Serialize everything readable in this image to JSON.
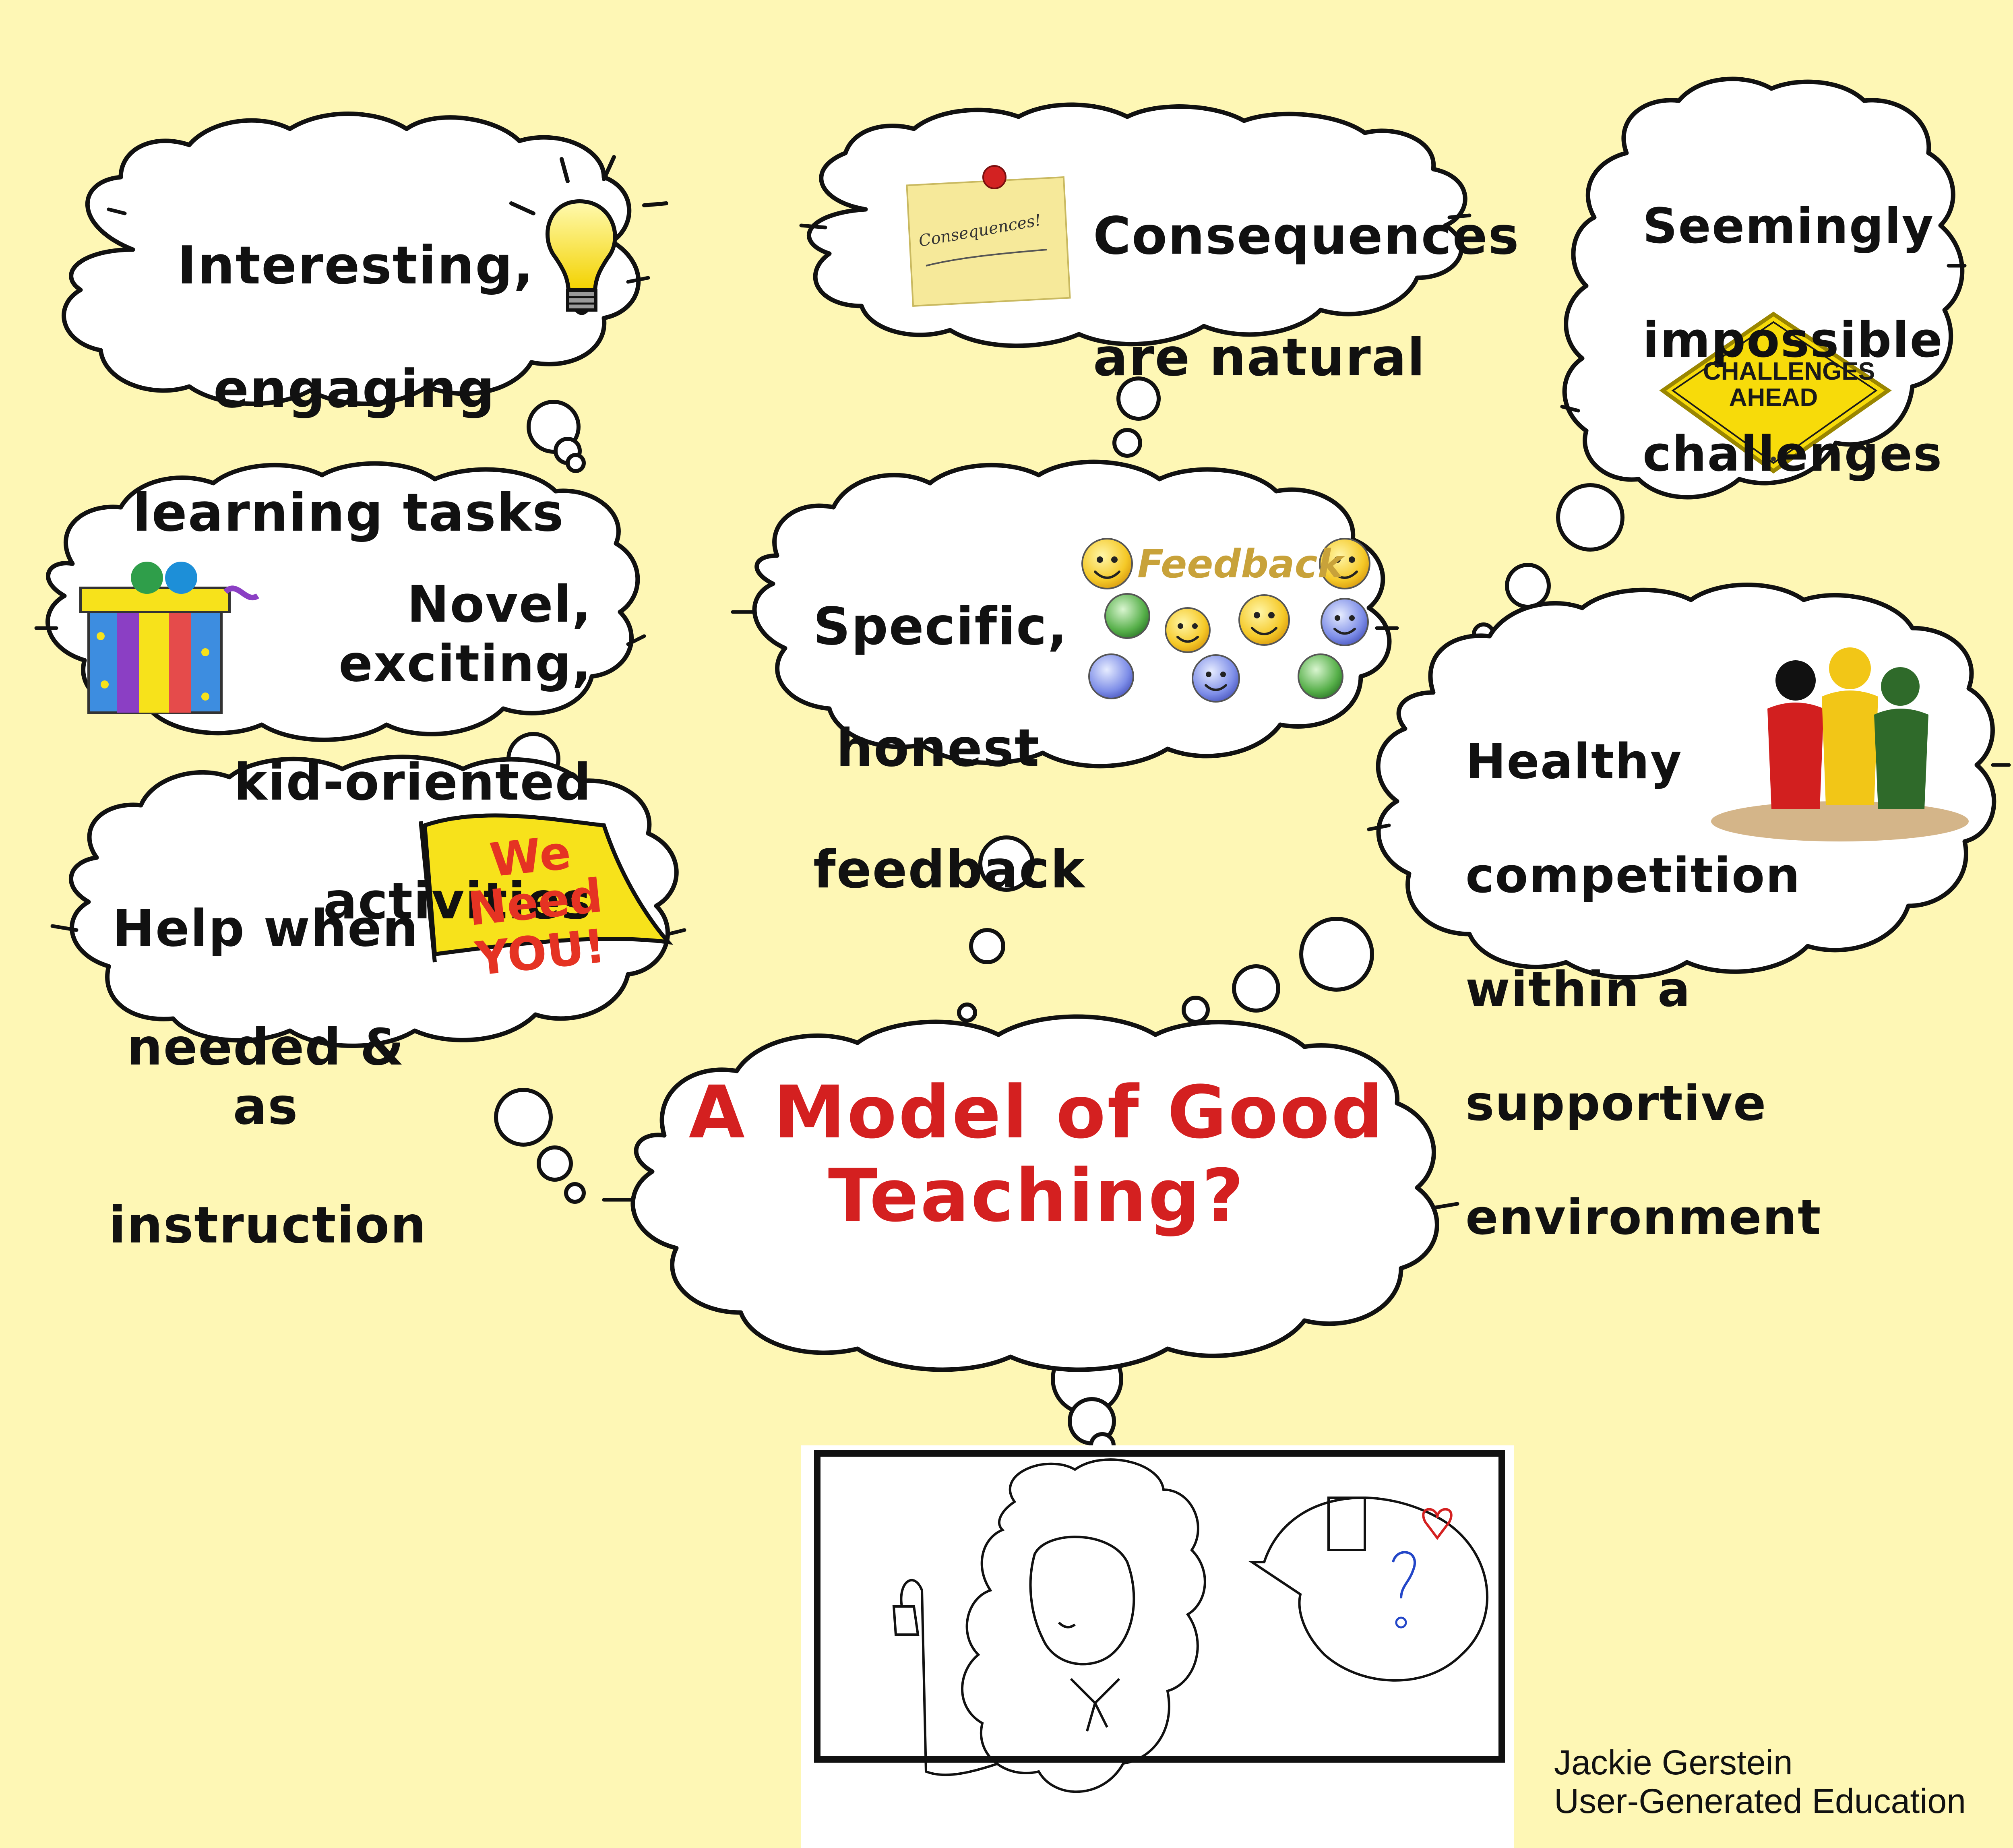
{
  "colors": {
    "background": "#FEF7B5",
    "cloud_fill": "#FFFFFF",
    "cloud_stroke": "#111111",
    "title": "#D42020",
    "flag": "#F7E21B",
    "flag_text": "#E53323",
    "sign": "#F7DB0A",
    "sign_text": "#1A1A1A",
    "note": "#F6E99A",
    "feedback_text": "#C8A23A"
  },
  "main": {
    "line1": "A Model of Good",
    "line2": "Teaching?"
  },
  "thoughts": [
    {
      "id": "interesting",
      "lines": [
        "Interesting,",
        "engaging",
        "learning tasks"
      ],
      "icon": "lightbulb-icon"
    },
    {
      "id": "novel",
      "lines": [
        "Novel, exciting,",
        "kid-oriented",
        "activities"
      ],
      "icon": "gift-box-icon"
    },
    {
      "id": "help",
      "lines": [
        "Help when",
        "needed & as",
        "instruction"
      ],
      "icon": "flag-icon"
    },
    {
      "id": "consequences",
      "lines": [
        "Consequences",
        "are natural"
      ],
      "icon": "sticky-note-icon"
    },
    {
      "id": "feedback",
      "lines": [
        "Specific,",
        "honest",
        "feedback"
      ],
      "icon": "smiley-bubbles-icon"
    },
    {
      "id": "challenges",
      "lines": [
        "Seemingly",
        "impossible",
        "challenges"
      ],
      "icon": "warning-sign-icon"
    },
    {
      "id": "competition",
      "lines": [
        "Healthy",
        "competition",
        "within a",
        "supportive",
        "environment"
      ],
      "icon": "podium-figures-icon"
    }
  ],
  "flag": {
    "line1": "We Need",
    "line2": "YOU!"
  },
  "sign": {
    "line1": "CHALLENGES",
    "line2": "AHEAD"
  },
  "note": {
    "text": "Consequences!"
  },
  "feedback_label": "Feedback",
  "credit": {
    "line1": "Jackie Gerstein",
    "line2": "User-Generated Education"
  }
}
